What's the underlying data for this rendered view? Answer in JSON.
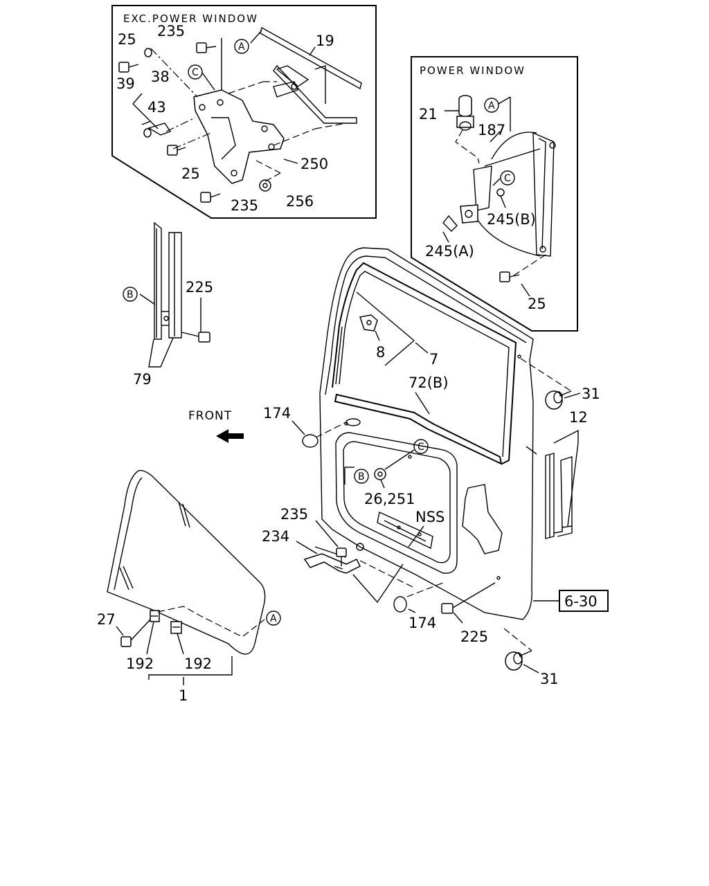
{
  "panels": {
    "exc_power_window": "EXC.POWER WINDOW",
    "power_window": "POWER WINDOW"
  },
  "front_label": "FRONT",
  "callouts": {
    "a": "A",
    "b": "B",
    "c": "C"
  },
  "ref_box": "6-30",
  "parts": {
    "p25_a": "25",
    "p235_a": "235",
    "p19": "19",
    "p38": "38",
    "p39": "39",
    "p43": "43",
    "p25_b": "25",
    "p250": "250",
    "p235_b": "235",
    "p256": "256",
    "p21": "21",
    "p187": "187",
    "p245b": "245(B)",
    "p245a": "245(A)",
    "p25_c": "25",
    "p225_a": "225",
    "p79": "79",
    "p8": "8",
    "p7": "7",
    "p72b": "72(B)",
    "p31_a": "31",
    "p12": "12",
    "p174_a": "174",
    "p26_251": "26,251",
    "p235_c": "235",
    "nss": "NSS",
    "p234": "234",
    "p174_b": "174",
    "p225_b": "225",
    "p31_b": "31",
    "p27": "27",
    "p192_a": "192",
    "p192_b": "192",
    "p1": "1"
  }
}
